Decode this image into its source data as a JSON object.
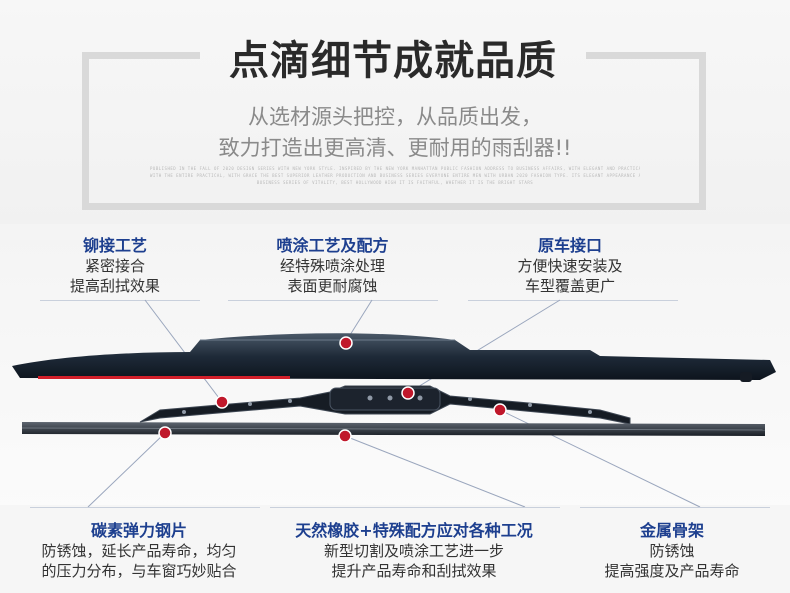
{
  "header": {
    "title": "点滴细节成就品质",
    "subtitle_line1": "从选材源头把控，从品质出发，",
    "subtitle_line2": "致力打造出更高清、更耐用的雨刮器!!",
    "fine_print": [
      "PUBLISHED IN THE FALL OF 2020 DESIGN SERIES WITH NEW YORK STYLE. INSPIRED BY THE NEW YORK MANHATTAN PUBLIC FASHION ADDRESS TO BUSINESS AFFAIRS, WITH ELEGANT AND PRACTICAL",
      "WITH THE ENTIRE PRACTICAL, WITH GRACE THE BEST SUPERIOR LEATHER PRODUCTION AND BUSINESS SERIES EVERYONE ENTIRE MEN WITH URBAN 2020 FASHION TYPE. ITS ELEGANT APPEARANCE AND",
      "BUSINESS SERIES OF VITALITY, BEST HOLLYWOOD HIGH IT IS FAITHFUL, WHETHER IT IS THE BRIGHT STARS"
    ]
  },
  "features_top": [
    {
      "title": "铆接工艺",
      "lines": [
        "紧密接合",
        "提高刮拭效果"
      ]
    },
    {
      "title": "喷涂工艺及配方",
      "lines": [
        "经特殊喷涂处理",
        "表面更耐腐蚀"
      ]
    },
    {
      "title": "原车接口",
      "lines": [
        "方便快速安装及",
        "车型覆盖更广"
      ]
    }
  ],
  "features_bottom": [
    {
      "title": "碳素弹力钢片",
      "lines": [
        "防锈蚀，延长产品寿命，均匀",
        "的压力分布，与车窗巧妙贴合"
      ]
    },
    {
      "title": "天然橡胶+特殊配方应对各种工况",
      "lines": [
        "新型切割及喷涂工艺进一步",
        "提升产品寿命和刮拭效果"
      ]
    },
    {
      "title": "金属骨架",
      "lines": [
        "防锈蚀",
        "提高强度及产品寿命"
      ]
    }
  ],
  "colors": {
    "accent_blue": "#1d3f8f",
    "marker_red": "#c0182b",
    "blade_dark": "#1e2a38"
  }
}
